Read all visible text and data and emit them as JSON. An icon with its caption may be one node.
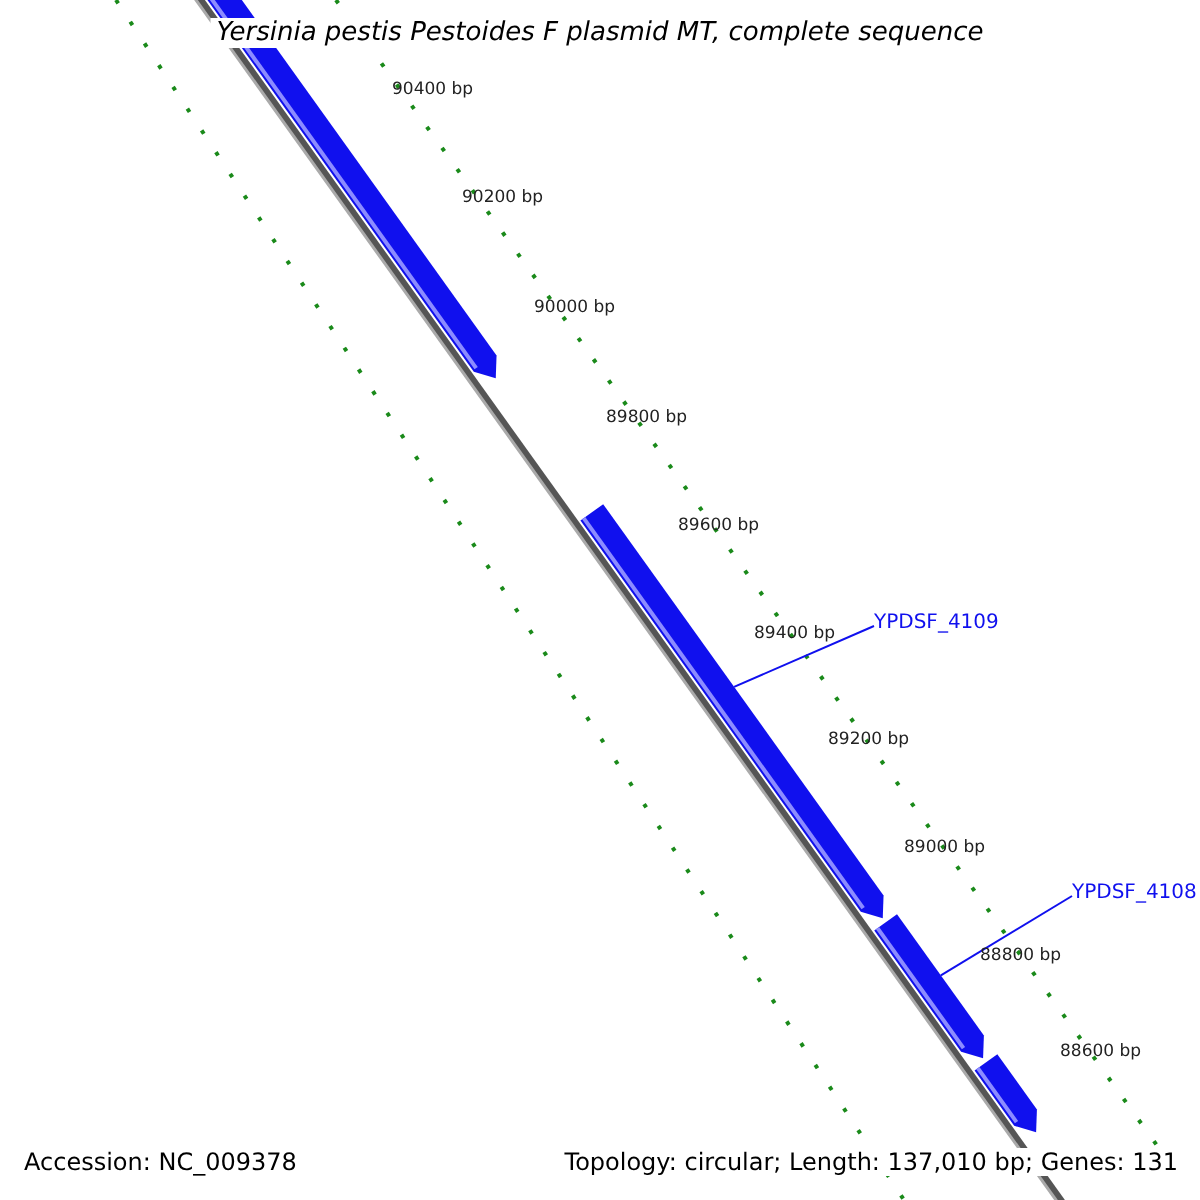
{
  "diagram": {
    "title": "Yersinia pestis Pestoides F plasmid MT, complete sequence",
    "nodes": [
      {
        "text": [],
        "shape": "bar"
      },
      {
        "text": [
          "YPDSF_4109"
        ]
      },
      {
        "text": [],
        "shape": "bar"
      },
      {
        "text": [
          "YPDSF_4108"
        ]
      },
      {
        "text": [],
        "shape": "bar"
      },
      {
        "text": [],
        "shape": "bar"
      }
    ],
    "edges": [
      {
        "from": 1,
        "to": 2,
        "arrow": "none"
      },
      {
        "from": 3,
        "to": 4,
        "arrow": "none"
      }
    ],
    "labels": [
      "90400 bp",
      "90200 bp",
      "90000 bp",
      "89800 bp",
      "89600 bp",
      "89400 bp",
      "89200 bp",
      "89000 bp",
      "88800 bp",
      "88600 bp",
      "Accession: NC_009378",
      "Topology: circular; Length: 137,010 bp; Genes: 131"
    ]
  }
}
